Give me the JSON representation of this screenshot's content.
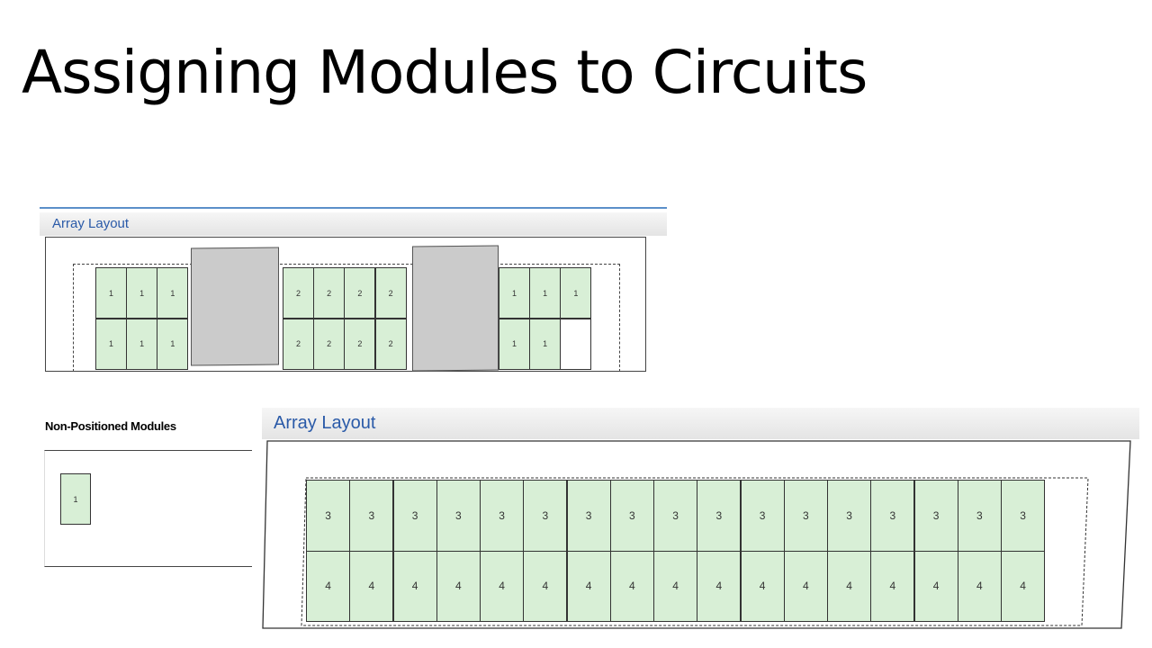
{
  "slide_title": "Assigning Modules to Circuits",
  "panel1": {
    "header": "Array Layout",
    "groups": [
      {
        "rows": [
          [
            "1",
            "1",
            "1"
          ],
          [
            "1",
            "1",
            "1"
          ]
        ]
      },
      {
        "rows": [
          [
            "2",
            "2",
            "2",
            "2"
          ],
          [
            "2",
            "2",
            "2",
            "2"
          ]
        ]
      },
      {
        "rows": [
          [
            "1",
            "1",
            "1"
          ],
          [
            "1",
            "1",
            ""
          ]
        ]
      }
    ]
  },
  "non_positioned": {
    "label": "Non-Positioned Modules",
    "modules": [
      "1"
    ]
  },
  "panel2": {
    "header": "Array Layout",
    "rows": [
      [
        "3",
        "3",
        "3",
        "3",
        "3",
        "3",
        "3",
        "3",
        "3",
        "3",
        "3",
        "3",
        "3",
        "3",
        "3",
        "3",
        "3"
      ],
      [
        "4",
        "4",
        "4",
        "4",
        "4",
        "4",
        "4",
        "4",
        "4",
        "4",
        "4",
        "4",
        "4",
        "4",
        "4",
        "4",
        "4"
      ]
    ]
  },
  "colors": {
    "module": "#d8efd6",
    "obstruction": "#cbcbcb",
    "header_text": "#2a5aa8"
  }
}
